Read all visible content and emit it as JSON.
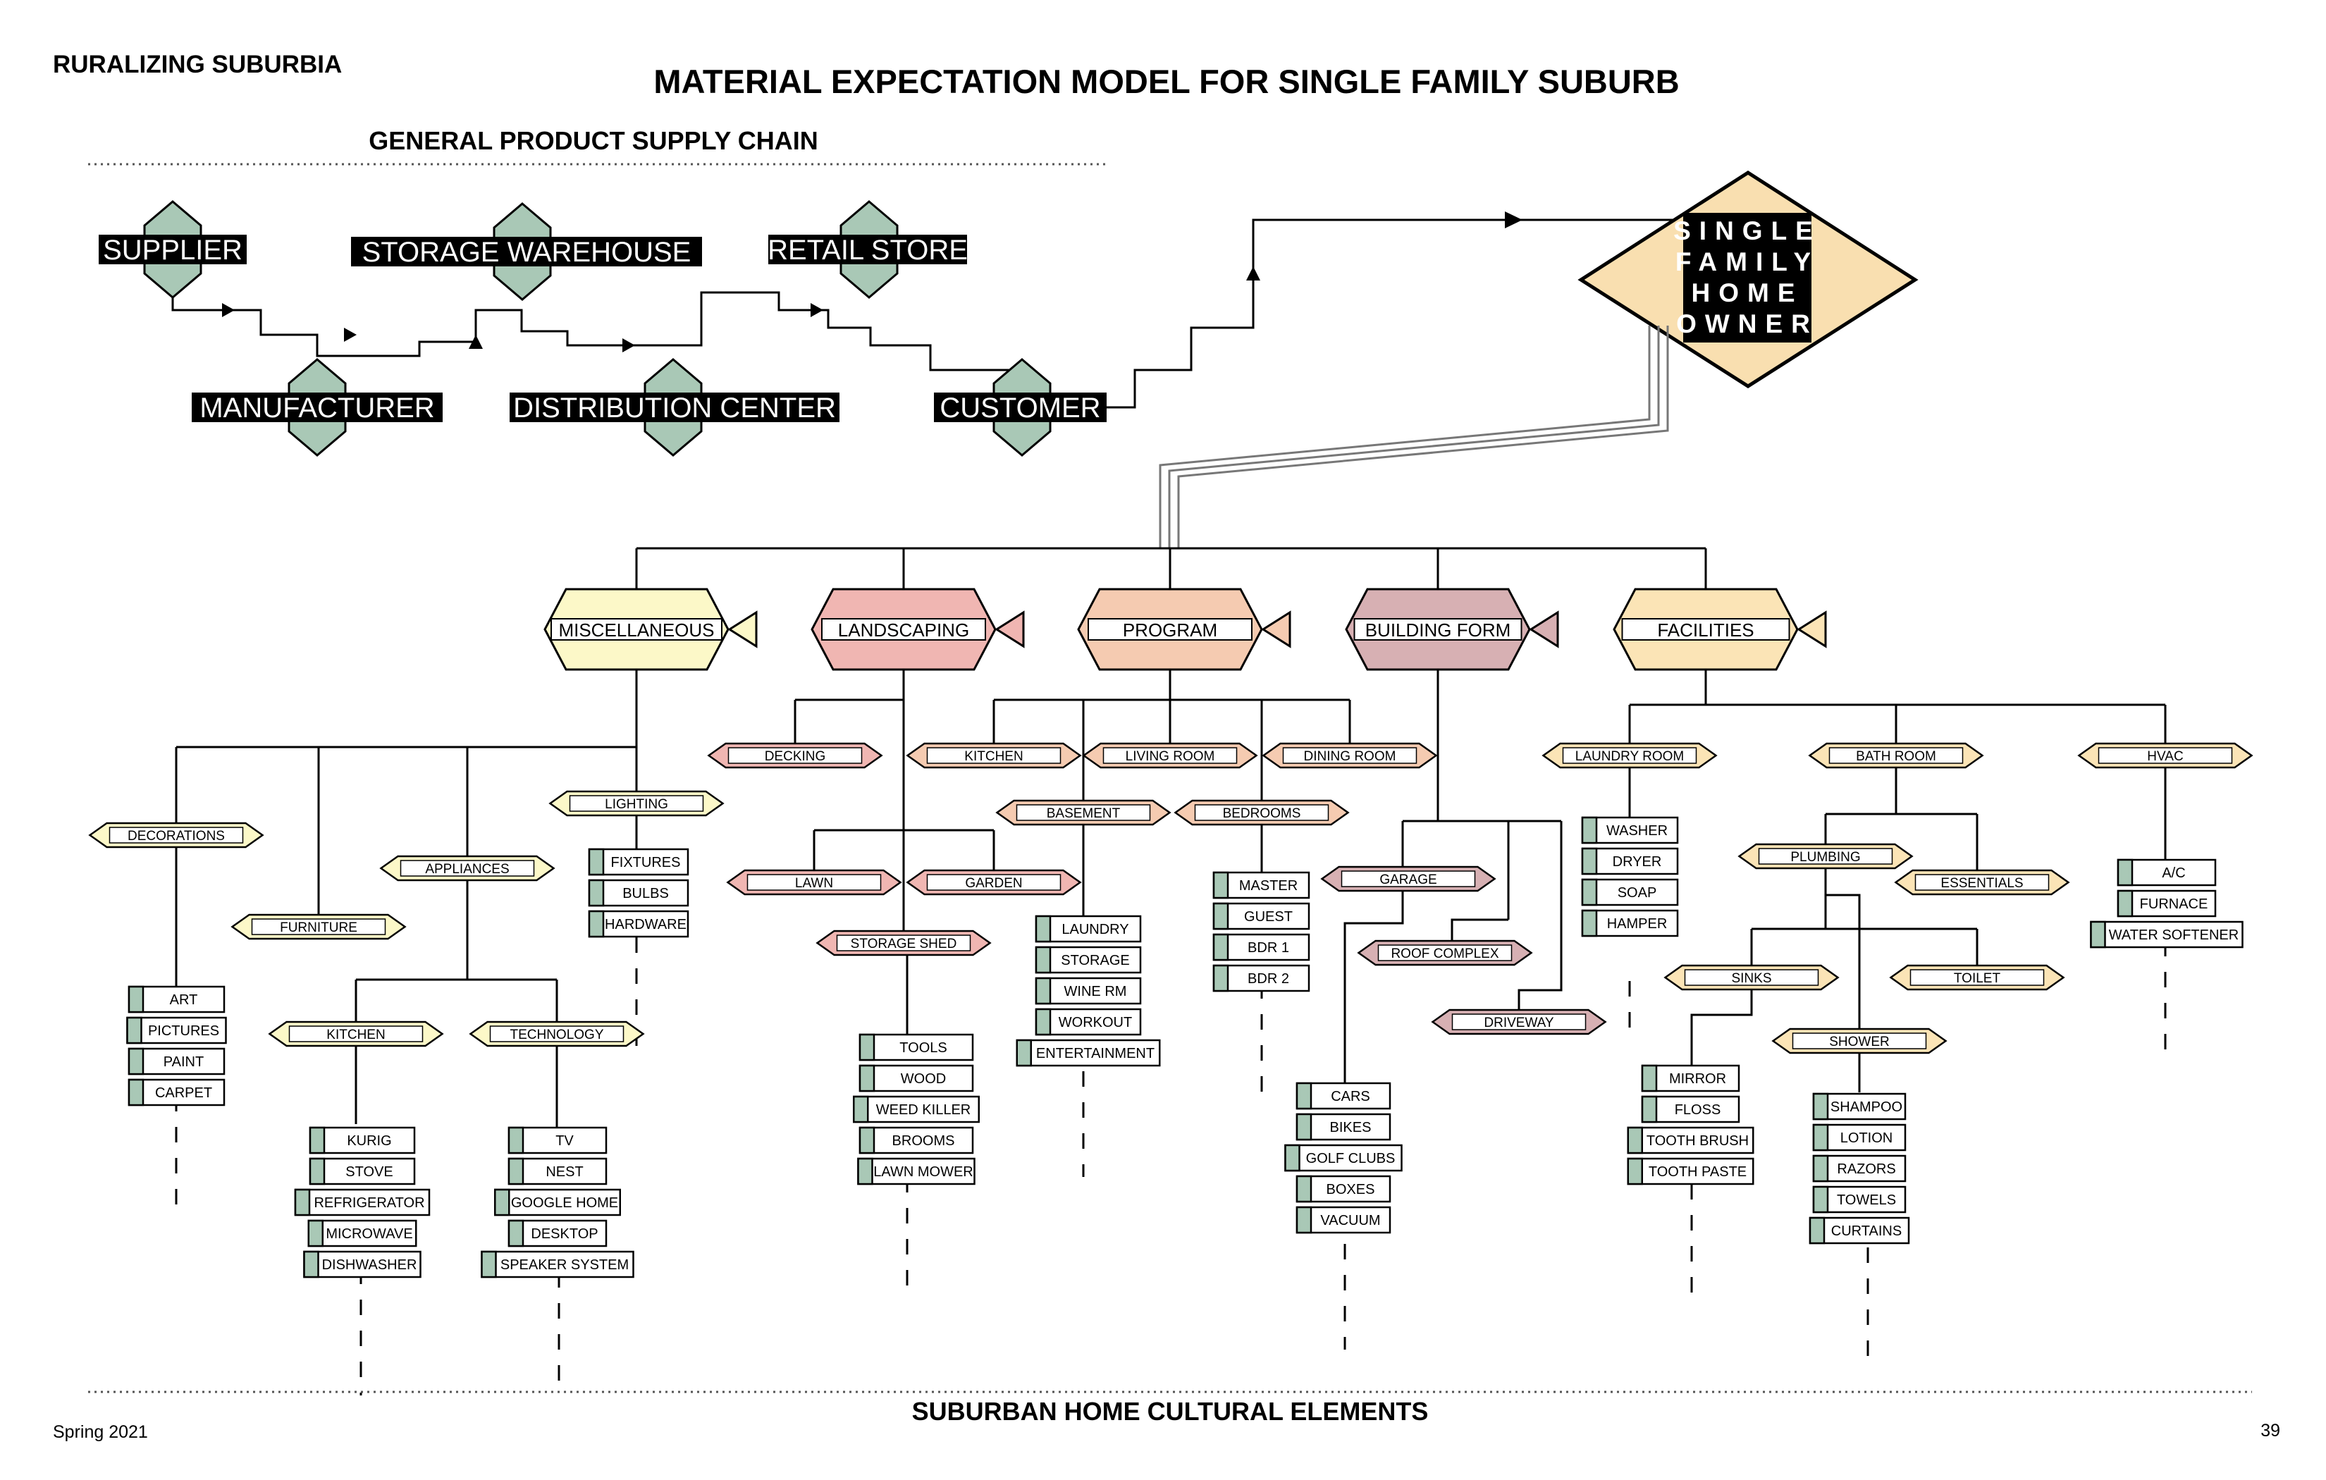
{
  "header": {
    "brand": "RURALIZING SUBURBIA",
    "title": "MATERIAL EXPECTATION MODEL FOR SINGLE FAMILY SUBURB",
    "supply_chain_title": "GENERAL PRODUCT SUPPLY CHAIN"
  },
  "footer": {
    "title": "SUBURBAN HOME CULTURAL ELEMENTS",
    "semester": "Spring 2021",
    "page_number": "39"
  },
  "supply_chain": {
    "supplier": "SUPPLIER",
    "storage_warehouse": "STORAGE WAREHOUSE",
    "retail_store": "RETAIL STORE",
    "manufacturer": "MANUFACTURER",
    "distribution_center": "DISTRIBUTION CENTER",
    "customer": "CUSTOMER"
  },
  "owner_lines": [
    "SINGLE",
    "FAMILY",
    "HOME",
    "OWNER"
  ],
  "categories": {
    "miscellaneous": {
      "label": "MISCELLANEOUS",
      "decorations": {
        "label": "DECORATIONS",
        "items": [
          "ART",
          "PICTURES",
          "PAINT",
          "CARPET"
        ]
      },
      "furniture": {
        "label": "FURNITURE"
      },
      "appliances": {
        "label": "APPLIANCES",
        "kitchen": {
          "label": "KITCHEN",
          "items": [
            "KURIG",
            "STOVE",
            "REFRIGERATOR",
            "MICROWAVE",
            "DISHWASHER"
          ]
        },
        "technology": {
          "label": "TECHNOLOGY",
          "items": [
            "TV",
            "NEST",
            "GOOGLE HOME",
            "DESKTOP",
            "SPEAKER SYSTEM"
          ]
        }
      },
      "lighting": {
        "label": "LIGHTING",
        "items": [
          "FIXTURES",
          "BULBS",
          "HARDWARE"
        ]
      }
    },
    "landscaping": {
      "label": "LANDSCAPING",
      "decking": {
        "label": "DECKING"
      },
      "lawn": {
        "label": "LAWN"
      },
      "garden": {
        "label": "GARDEN"
      },
      "storage_shed": {
        "label": "STORAGE SHED",
        "items": [
          "TOOLS",
          "WOOD",
          "WEED KILLER",
          "BROOMS",
          "LAWN MOWER"
        ]
      }
    },
    "program": {
      "label": "PROGRAM",
      "kitchen": {
        "label": "KITCHEN"
      },
      "living_room": {
        "label": "LIVING ROOM"
      },
      "dining_room": {
        "label": "DINING ROOM"
      },
      "basement": {
        "label": "BASEMENT",
        "items": [
          "LAUNDRY",
          "STORAGE",
          "WINE RM",
          "WORKOUT",
          "ENTERTAINMENT"
        ]
      },
      "bedrooms": {
        "label": "BEDROOMS",
        "items": [
          "MASTER",
          "GUEST",
          "BDR 1",
          "BDR 2"
        ]
      }
    },
    "building_form": {
      "label": "BUILDING FORM",
      "garage": {
        "label": "GARAGE",
        "items": [
          "CARS",
          "BIKES",
          "GOLF CLUBS",
          "BOXES",
          "VACUUM"
        ]
      },
      "roof_complex": {
        "label": "ROOF COMPLEX"
      },
      "driveway": {
        "label": "DRIVEWAY"
      }
    },
    "facilities": {
      "label": "FACILITIES",
      "laundry_room": {
        "label": "LAUNDRY ROOM",
        "items": [
          "WASHER",
          "DRYER",
          "SOAP",
          "HAMPER"
        ]
      },
      "bath_room": {
        "label": "BATH ROOM"
      },
      "plumbing": {
        "label": "PLUMBING"
      },
      "essentials": {
        "label": "ESSENTIALS"
      },
      "sinks": {
        "label": "SINKS",
        "items": [
          "MIRROR",
          "FLOSS",
          "TOOTH BRUSH",
          "TOOTH PASTE"
        ]
      },
      "toilet": {
        "label": "TOILET"
      },
      "shower": {
        "label": "SHOWER",
        "items": [
          "SHAMPOO",
          "LOTION",
          "RAZORS",
          "TOWELS",
          "CURTAINS"
        ]
      },
      "hvac": {
        "label": "HVAC",
        "items": [
          "A/C",
          "FURNACE",
          "WATER SOFTENER"
        ]
      }
    }
  },
  "colors": {
    "supply_node": "#a9c8b6",
    "owner_fill": "#f9dfb0",
    "miscellaneous": "#fcf8c8",
    "landscaping": "#f0b6b2",
    "program": "#f5cbb1",
    "building_form": "#d7b0b3",
    "facilities": "#fbe4b6",
    "item_tab": "#a9c8b6"
  }
}
